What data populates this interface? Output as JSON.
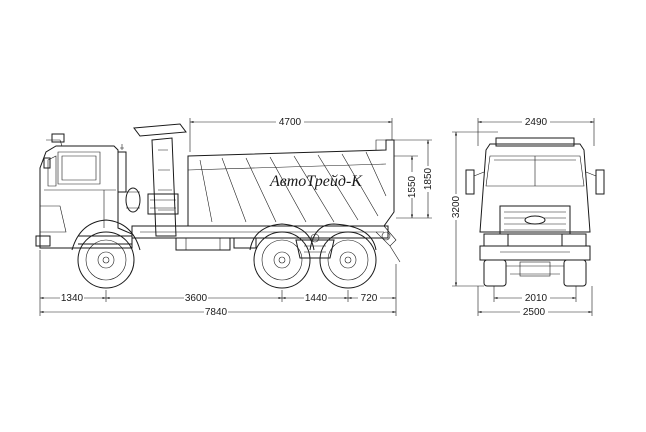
{
  "brand_label": "АвтоТрейд-К",
  "dimensions": {
    "body_length": "4700",
    "front_overhang": "1340",
    "wheelbase_front": "3600",
    "bogie_spacing": "1440",
    "rear_overhang": "720",
    "overall_length": "7840",
    "side_height": "1550",
    "body_height": "1850",
    "overall_height": "3200",
    "body_width": "2490",
    "track_width": "2010",
    "overall_width": "2500"
  }
}
